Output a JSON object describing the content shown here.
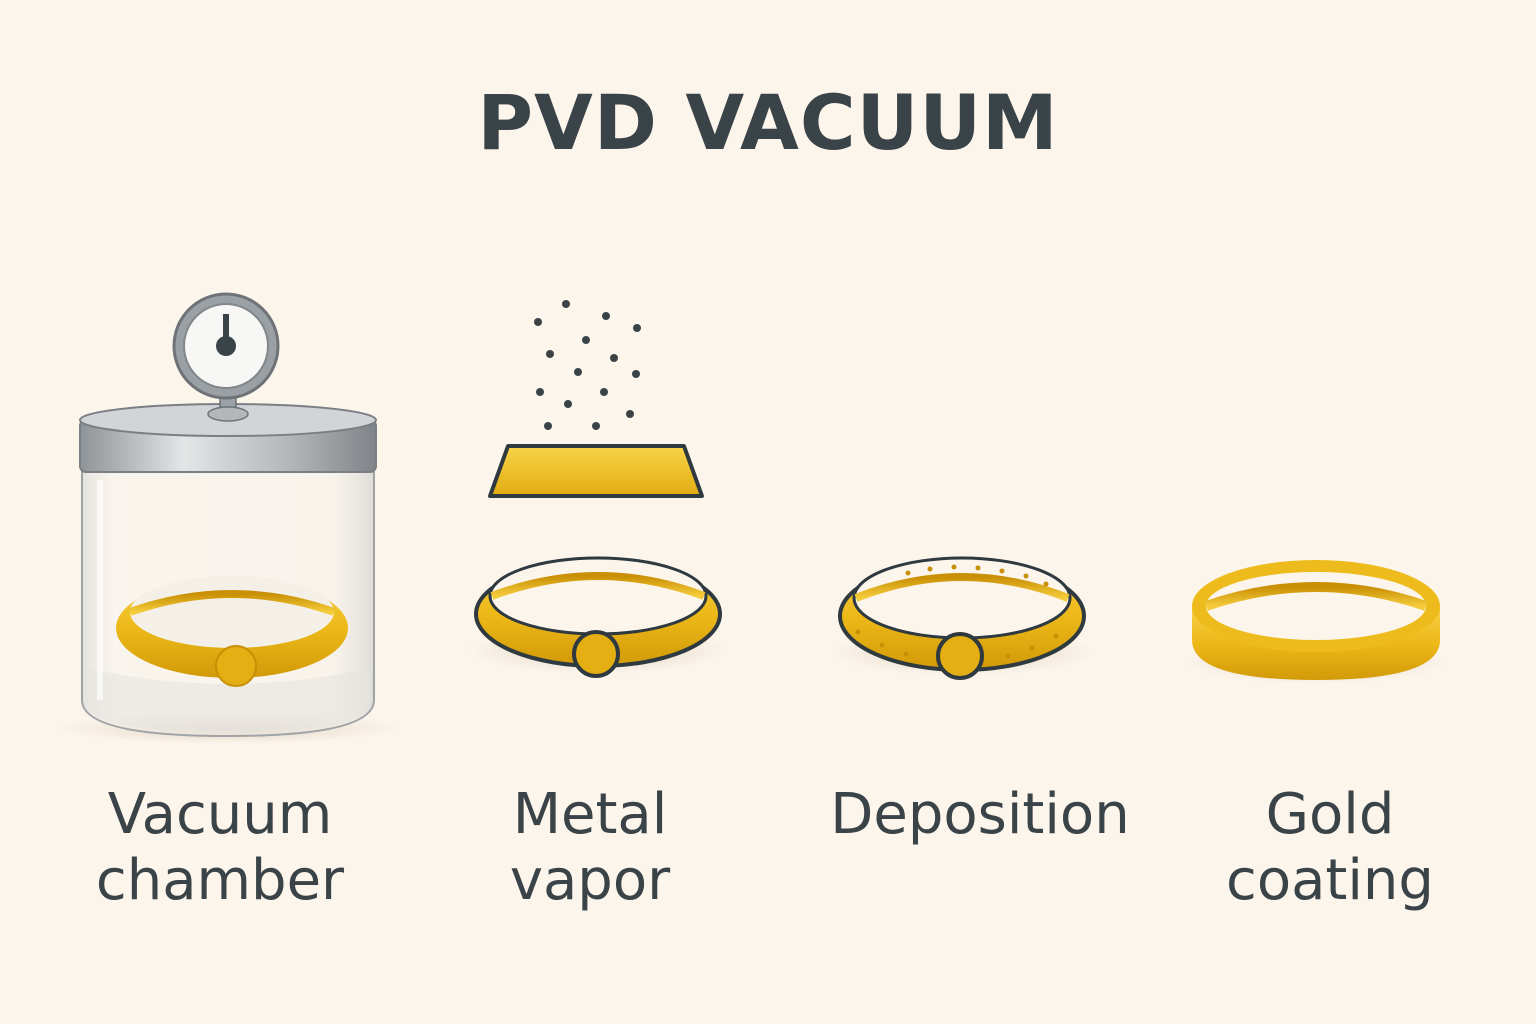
{
  "title": "PVD VACUUM",
  "colors": {
    "background": "#FCF5EC",
    "text": "#3A4347",
    "gold": "#F2C21B",
    "gold_dark": "#C98F05",
    "outline": "#2F3A40",
    "steel": "#A9ADB0"
  },
  "steps": [
    {
      "line1": "Vacuum",
      "line2": "chamber",
      "icon": "vacuum-chamber-icon"
    },
    {
      "line1": "Metal",
      "line2": "vapor",
      "icon": "metal-vapor-icon"
    },
    {
      "line1": "Deposition",
      "line2": "",
      "icon": "deposition-ring-icon"
    },
    {
      "line1": "Gold",
      "line2": "coating",
      "icon": "gold-ring-icon"
    }
  ]
}
